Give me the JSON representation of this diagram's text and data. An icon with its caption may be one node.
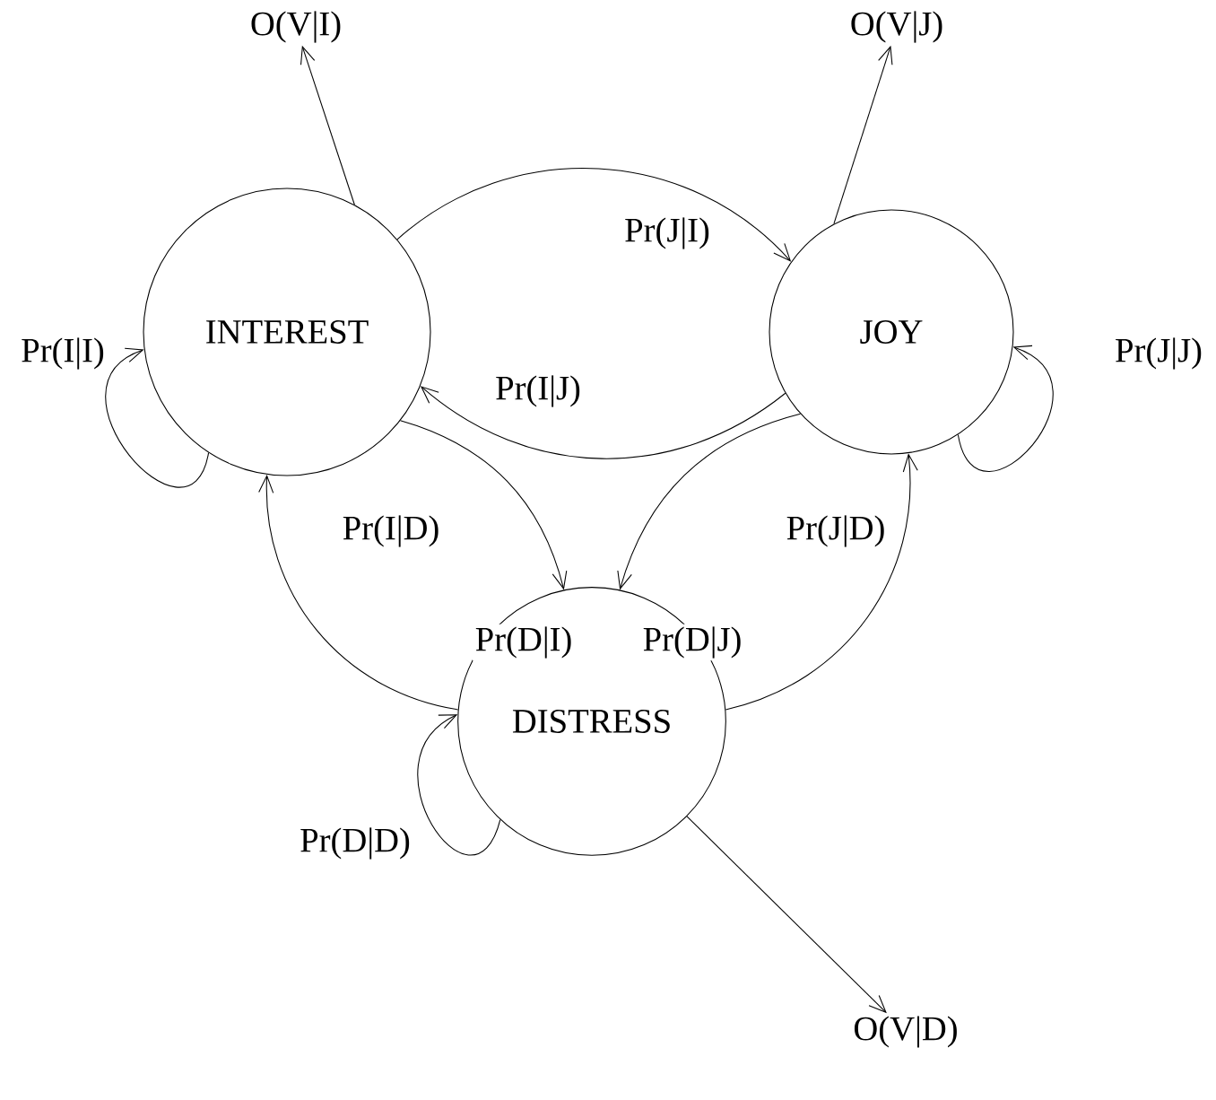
{
  "diagram": {
    "nodes": [
      {
        "text": [
          "INTEREST"
        ]
      },
      {
        "text": [
          "JOY"
        ]
      },
      {
        "text": [
          "DISTRESS"
        ]
      },
      {
        "text": [
          "O(V|I)"
        ]
      },
      {
        "text": [
          "O(V|J)"
        ]
      },
      {
        "text": [
          "O(V|D)"
        ]
      }
    ],
    "edges": [
      {
        "from": 0,
        "to": 0,
        "arrow": "to",
        "label": "Pr(I|I)"
      },
      {
        "from": 1,
        "to": 1,
        "arrow": "to",
        "label": "Pr(J|J)"
      },
      {
        "from": 2,
        "to": 2,
        "arrow": "to",
        "label": "Pr(D|D)"
      },
      {
        "from": 0,
        "to": 1,
        "arrow": "to",
        "label": "Pr(J|I)"
      },
      {
        "from": 1,
        "to": 0,
        "arrow": "to",
        "label": "Pr(I|J)"
      },
      {
        "from": 2,
        "to": 0,
        "arrow": "to",
        "label": "Pr(I|D)"
      },
      {
        "from": 2,
        "to": 1,
        "arrow": "to",
        "label": "Pr(J|D)"
      },
      {
        "from": 0,
        "to": 2,
        "arrow": "to",
        "label": "Pr(D|I)"
      },
      {
        "from": 1,
        "to": 2,
        "arrow": "to",
        "label": "Pr(D|J)"
      },
      {
        "from": 0,
        "to": 3,
        "arrow": "to"
      },
      {
        "from": 1,
        "to": 4,
        "arrow": "to"
      },
      {
        "from": 2,
        "to": 5,
        "arrow": "to"
      }
    ]
  }
}
